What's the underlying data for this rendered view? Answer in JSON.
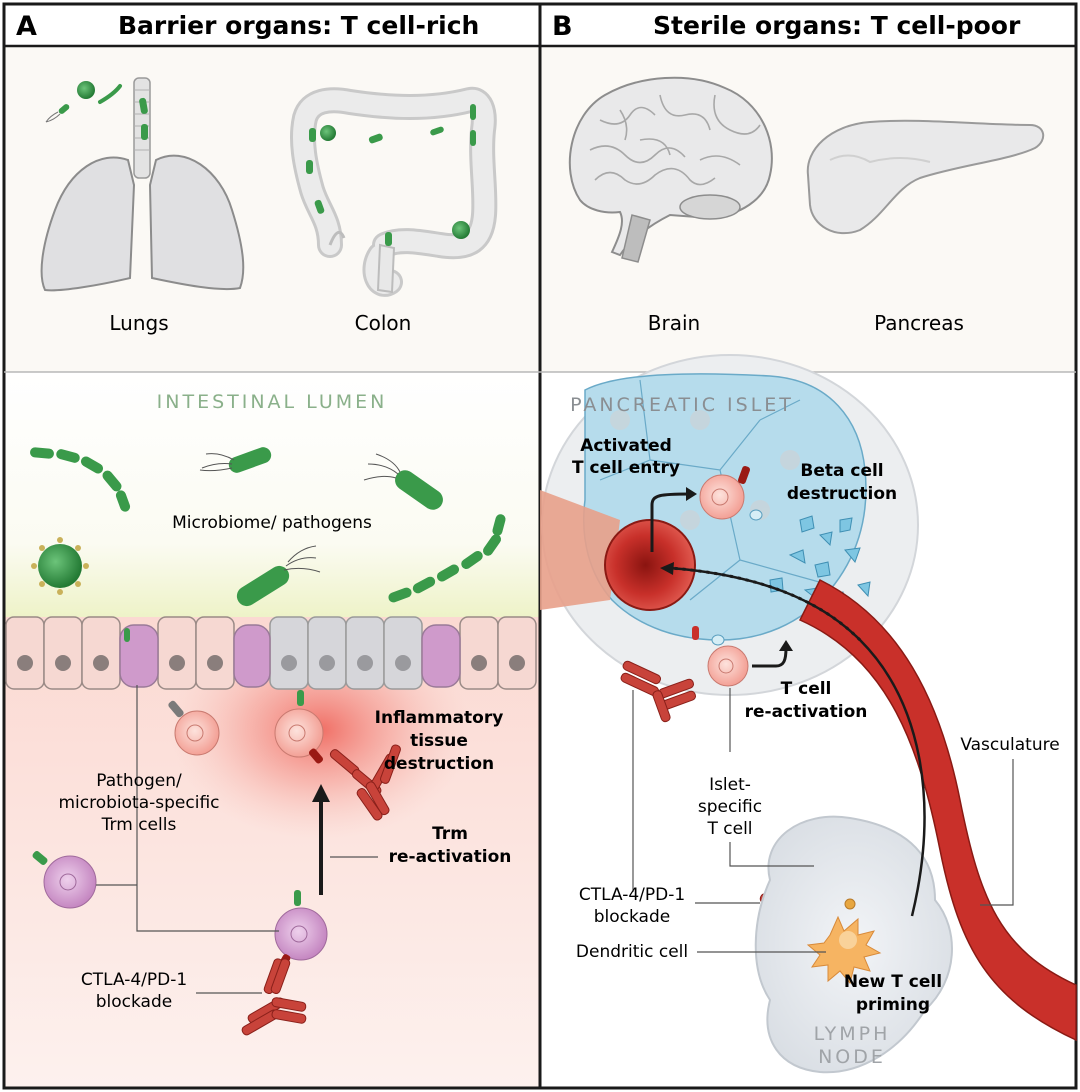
{
  "panel_a": {
    "letter": "A",
    "title": "Barrier organs: T cell-rich",
    "organ_1": "Lungs",
    "organ_2": "Colon",
    "zone_label": "INTESTINAL LUMEN",
    "microbiome_label": "Microbiome/ pathogens",
    "inflammatory_1": "Inflammatory",
    "inflammatory_2": "tissue",
    "inflammatory_3": "destruction",
    "trm_1": "Pathogen/",
    "trm_2": "microbiota-specific",
    "trm_3": "Trm cells",
    "reactivation_1": "Trm",
    "reactivation_2": "re-activation",
    "blockade_1": "CTLA-4/PD-1",
    "blockade_2": "blockade"
  },
  "panel_b": {
    "letter": "B",
    "title": "Sterile organs: T cell-poor",
    "organ_1": "Brain",
    "organ_2": "Pancreas",
    "zone_label": "PANCREATIC ISLET",
    "entry_1": "Activated",
    "entry_2": "T cell entry",
    "beta_1": "Beta cell",
    "beta_2": "destruction",
    "react_1": "T cell",
    "react_2": "re-activation",
    "vasculature": "Vasculature",
    "islet_1": "Islet-",
    "islet_2": "specific",
    "islet_3": "T cell",
    "blockade_1": "CTLA-4/PD-1",
    "blockade_2": "blockade",
    "dendritic": "Dendritic cell",
    "priming_1": "New T cell",
    "priming_2": "priming",
    "lymph_1": "LYMPH",
    "lymph_2": "NODE"
  },
  "colors": {
    "bacteria": "#3a9a4a",
    "t_cell": "#f2a39a",
    "trm_cell": "#c98ac6",
    "antibody": "#c8433a",
    "vessel": "#c9302a",
    "islet": "#b6dcec",
    "lumen_label": "#8ab08a",
    "inflammation": "#f08080"
  }
}
